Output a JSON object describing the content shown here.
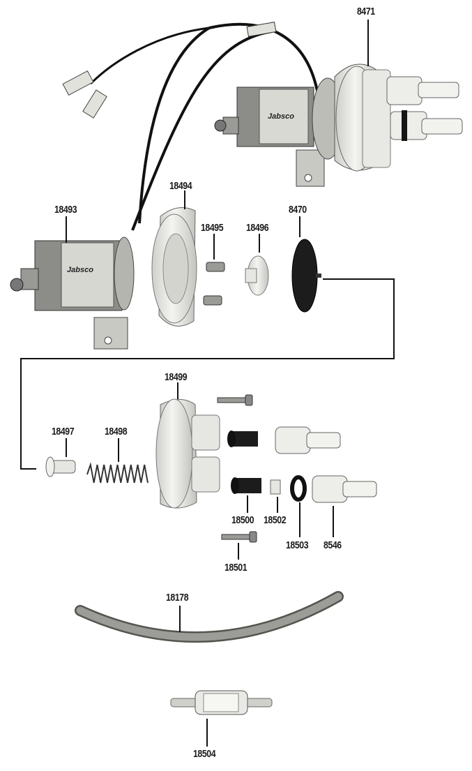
{
  "parts": {
    "p8471": "8471",
    "p18494": "18494",
    "p18493": "18493",
    "p18495": "18495",
    "p18496": "18496",
    "p8470": "8470",
    "p18499": "18499",
    "p18497": "18497",
    "p18498": "18498",
    "p18500": "18500",
    "p18502": "18502",
    "p18503": "18503",
    "p8546": "8546",
    "p18501": "18501",
    "p18178": "18178",
    "p18504": "18504"
  },
  "pump_label": "Jabsco",
  "colors": {
    "line": "#111111",
    "plastic": "#e6e6e2",
    "metal": "#9a9a96",
    "rubber": "#1c1c1c",
    "tube": "#8e8e8a"
  }
}
